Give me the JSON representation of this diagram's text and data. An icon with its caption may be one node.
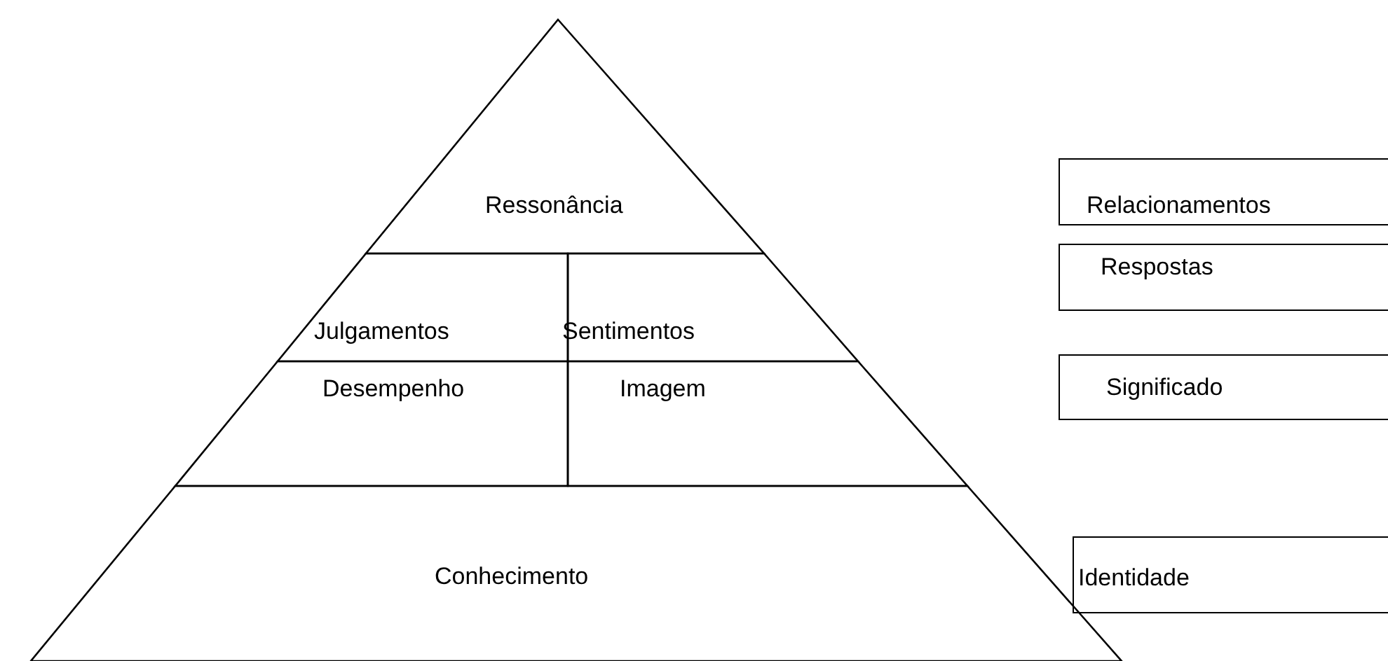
{
  "diagram": {
    "nodes": [
      {
        "text": [
          "Ressonância"
        ]
      },
      {
        "text": [
          "Julgamentos"
        ]
      },
      {
        "text": [
          "Sentimentos"
        ]
      },
      {
        "text": [
          "Desempenho"
        ]
      },
      {
        "text": [
          "Imagem"
        ]
      },
      {
        "text": [
          "Conhecimento"
        ]
      },
      {
        "text": [
          "Relacionamentos"
        ]
      },
      {
        "text": [
          "Respostas"
        ]
      },
      {
        "text": [
          "Significado"
        ]
      },
      {
        "text": [
          "Identidade"
        ]
      }
    ],
    "edges": []
  }
}
